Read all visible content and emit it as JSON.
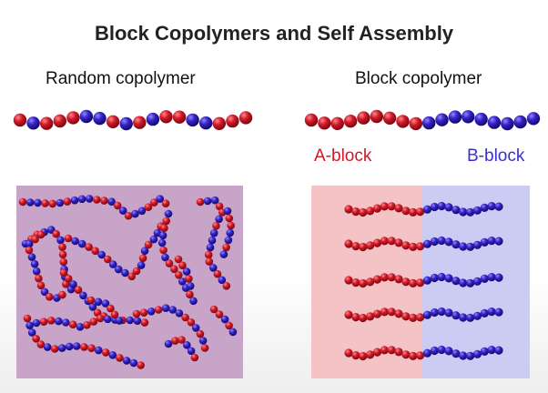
{
  "slide": {
    "title": "Block Copolymers and Self Assembly",
    "random_label": "Random copolymer",
    "block_label": "Block copolymer",
    "a_block_label": "A-block",
    "b_block_label": "B-block"
  },
  "colors": {
    "monomer_a": "#d21a2a",
    "monomer_b": "#3622c8",
    "random_panel": "#c9a4c9",
    "a_phase": "#f3c3c6",
    "b_phase": "#cccbf3"
  }
}
